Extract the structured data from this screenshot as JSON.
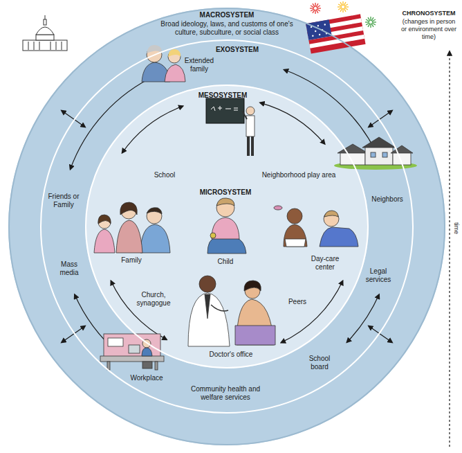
{
  "diagram": {
    "nodes": [
      {
        "text": [
          "MACROSYSTEM",
          "Broad ideology, laws, and customs of one's culture, subculture, or social class"
        ]
      },
      {
        "text": [
          "EXOSYSTEM"
        ],
        "in": 0
      },
      {
        "text": [
          "MESOSYSTEM"
        ],
        "in": 1
      }
    ],
    "labels": [
      "Extended family",
      "School",
      "Neighborhood play area",
      "MICROSYSTEM",
      "Family",
      "Child",
      "Day-care center",
      "Church, synagogue",
      "Peers",
      "Doctor's office",
      "Friends or Family",
      "Mass media",
      "Neighbors",
      "Legal services",
      "School board",
      "Workplace",
      "Community health and welfare services",
      "CHRONOSYSTEM",
      "(changes in person or environment over time)",
      "time"
    ]
  }
}
